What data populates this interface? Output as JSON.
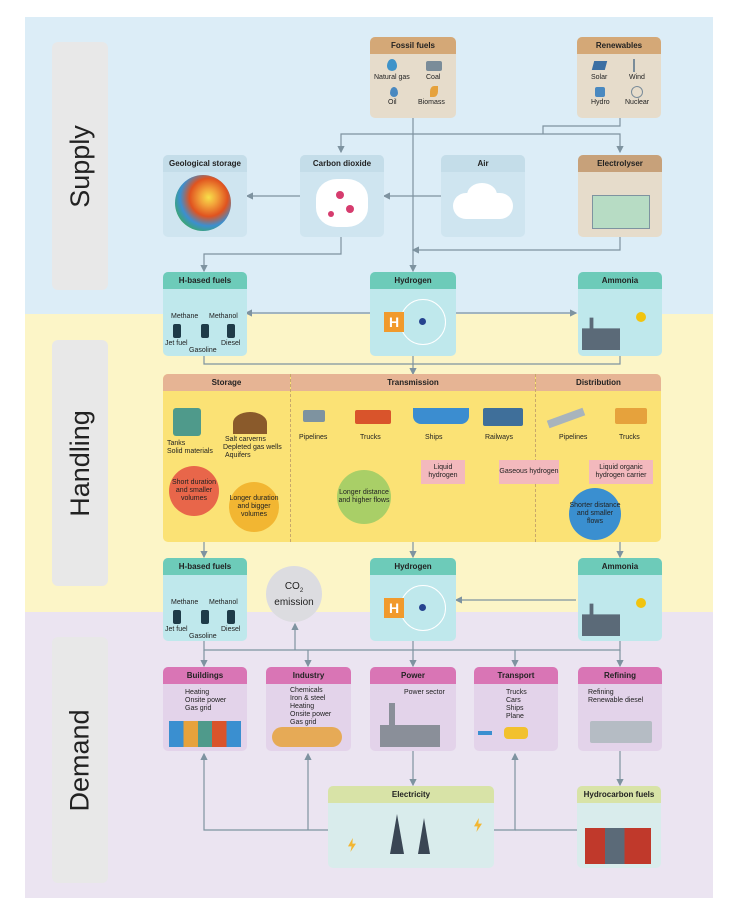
{
  "sections": {
    "supply": "Supply",
    "handling": "Handling",
    "demand": "Demand"
  },
  "fossil": {
    "title": "Fossil fuels",
    "items": [
      "Natural gas",
      "Coal",
      "Oil",
      "Biomass"
    ]
  },
  "renewables": {
    "title": "Renewables",
    "items": [
      "Solar",
      "Wind",
      "Hydro",
      "Nuclear"
    ]
  },
  "geo": {
    "title": "Geological storage"
  },
  "co2": {
    "title": "Carbon dioxide"
  },
  "air": {
    "title": "Air"
  },
  "electrolyser": {
    "title": "Electrolyser"
  },
  "hfuels": {
    "title": "H-based fuels",
    "items": [
      "Methane",
      "Methanol",
      "Jet fuel",
      "Gasoline",
      "Diesel"
    ]
  },
  "hydrogen": {
    "title": "Hydrogen",
    "symbol": "H"
  },
  "ammonia": {
    "title": "Ammonia"
  },
  "handling": {
    "storage": {
      "title": "Storage",
      "items": [
        "Tanks",
        "Solid materials",
        "Salt carverns",
        "Depleted gas wells",
        "Aquifers"
      ],
      "short": "Short duration and smaller volumes",
      "long": "Longer duration and bigger volumes"
    },
    "transmission": {
      "title": "Transmission",
      "items": [
        "Pipelines",
        "Trucks",
        "Ships",
        "Railways"
      ],
      "circle": "Longer distance and higher flows",
      "liquid": "Liquid hydrogen",
      "gaseous": "Gaseous hydrogen"
    },
    "distribution": {
      "title": "Distribution",
      "items": [
        "Pipelines",
        "Trucks"
      ],
      "lohc": "Liquid organic hydrogen carrier",
      "circle": "Shorter distance and smaller flows"
    }
  },
  "emission": {
    "line1": "CO",
    "sub": "2",
    "line2": "emission"
  },
  "demand": {
    "buildings": {
      "title": "Buildings",
      "items": [
        "Heating",
        "Onsite power",
        "Gas grid"
      ]
    },
    "industry": {
      "title": "Industry",
      "items": [
        "Chemicals",
        "Iron & steel",
        "Heating",
        "Onsite power",
        "Gas grid"
      ]
    },
    "power": {
      "title": "Power",
      "items": [
        "Power sector"
      ]
    },
    "transport": {
      "title": "Transport",
      "items": [
        "Trucks",
        "Cars",
        "Ships",
        "Plane"
      ]
    },
    "refining": {
      "title": "Refining",
      "items": [
        "Refining",
        "Renewable diesel"
      ]
    }
  },
  "electricity": {
    "title": "Electricity"
  },
  "hydrocarbon": {
    "title": "Hydrocarbon fuels"
  },
  "colors": {
    "supply_bg": "#dcedf7",
    "handling_bg": "#fcf5c7",
    "demand_bg": "#ebe4f1",
    "brown_head": "#d4a877",
    "blue_head": "#c4dde9",
    "teal_head": "#6dcbb9",
    "pink_head": "#d975b5",
    "green_head": "#d8e3a7",
    "orange_head": "#e7b393"
  }
}
